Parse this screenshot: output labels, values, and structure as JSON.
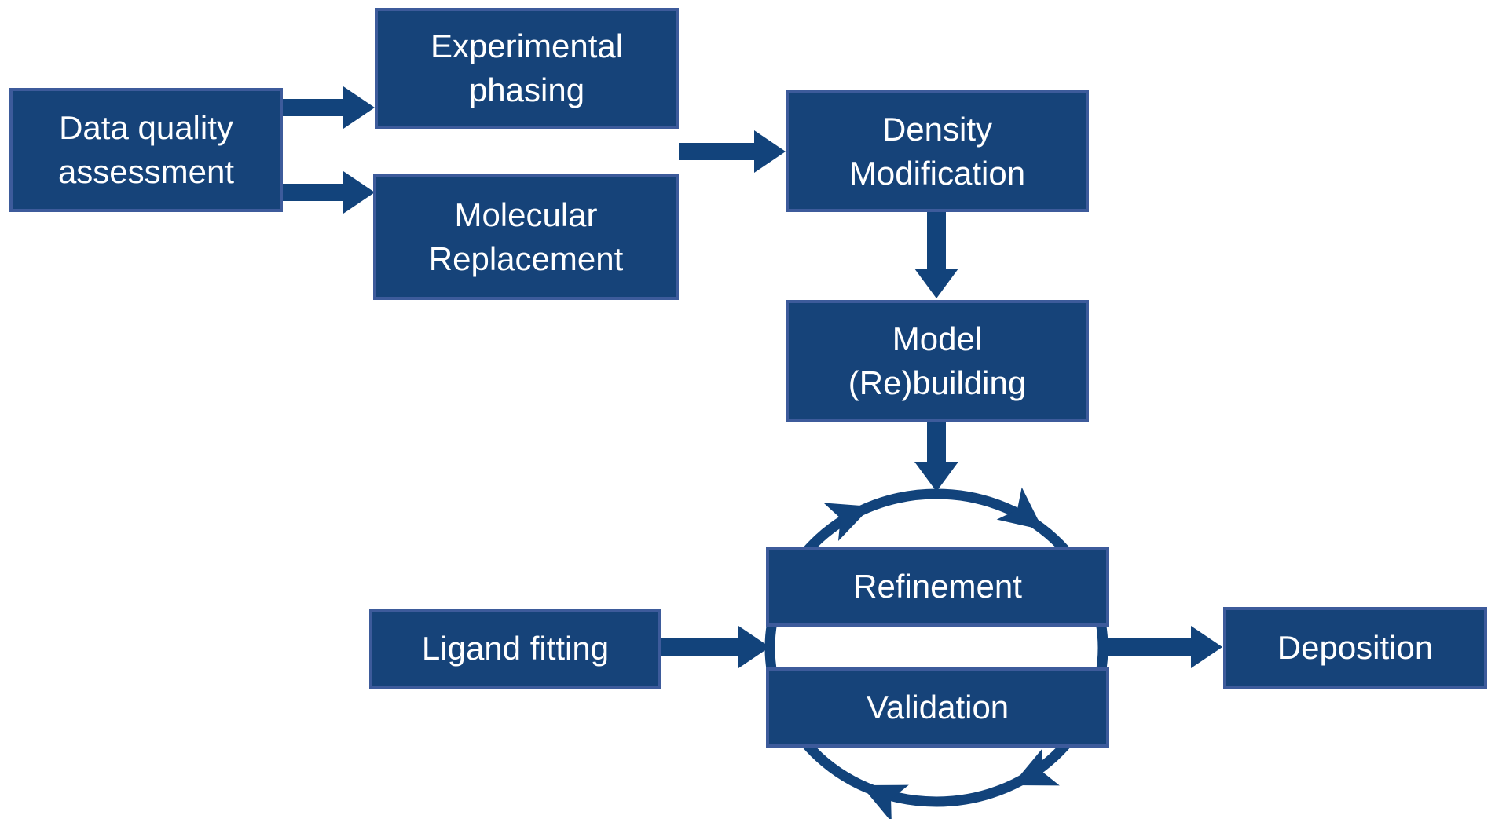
{
  "colors": {
    "box_fill": "#164379",
    "box_border": "#3d5b9b",
    "arrow": "#12437b",
    "label": "#ffffff",
    "page_bg": "#ffffff"
  },
  "nodes": {
    "data_quality": {
      "line1": "Data quality",
      "line2": "assessment"
    },
    "experimental_phasing": {
      "line1": "Experimental",
      "line2": "phasing"
    },
    "molecular_replacement": {
      "line1": "Molecular",
      "line2": "Replacement"
    },
    "density_modification": {
      "line1": "Density",
      "line2": "Modification"
    },
    "model_rebuilding": {
      "line1": "Model",
      "line2": "(Re)building"
    },
    "refinement": {
      "line1": "Refinement"
    },
    "validation": {
      "line1": "Validation"
    },
    "ligand_fitting": {
      "line1": "Ligand fitting"
    },
    "deposition": {
      "line1": "Deposition"
    }
  }
}
